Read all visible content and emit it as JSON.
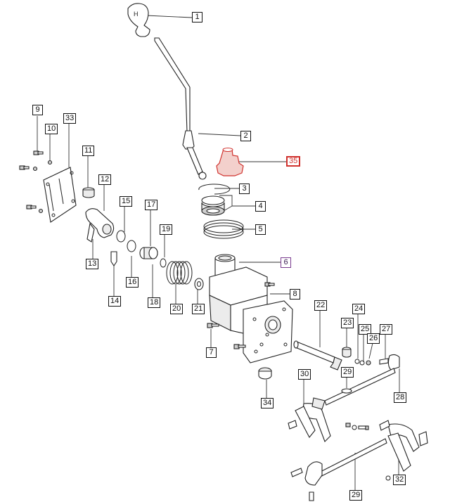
{
  "colors": {
    "highlight_red": "#d0312d",
    "highlight_purple": "#7a3b8f",
    "line": "#222222"
  },
  "callouts": [
    {
      "id": "c1",
      "label": "1"
    },
    {
      "id": "c2",
      "label": "2"
    },
    {
      "id": "c3",
      "label": "3"
    },
    {
      "id": "c4",
      "label": "4"
    },
    {
      "id": "c5",
      "label": "5"
    },
    {
      "id": "c6",
      "label": "6"
    },
    {
      "id": "c7",
      "label": "7"
    },
    {
      "id": "c8",
      "label": "8"
    },
    {
      "id": "c9",
      "label": "9"
    },
    {
      "id": "c10",
      "label": "10"
    },
    {
      "id": "c11",
      "label": "11"
    },
    {
      "id": "c12",
      "label": "12"
    },
    {
      "id": "c13",
      "label": "13"
    },
    {
      "id": "c14",
      "label": "14"
    },
    {
      "id": "c15",
      "label": "15"
    },
    {
      "id": "c16",
      "label": "16"
    },
    {
      "id": "c17",
      "label": "17"
    },
    {
      "id": "c18",
      "label": "18"
    },
    {
      "id": "c19",
      "label": "19"
    },
    {
      "id": "c20",
      "label": "20"
    },
    {
      "id": "c21",
      "label": "21"
    },
    {
      "id": "c22",
      "label": "22"
    },
    {
      "id": "c23",
      "label": "23"
    },
    {
      "id": "c24",
      "label": "24"
    },
    {
      "id": "c25",
      "label": "25"
    },
    {
      "id": "c26",
      "label": "26"
    },
    {
      "id": "c27",
      "label": "27"
    },
    {
      "id": "c28",
      "label": "28"
    },
    {
      "id": "c29a",
      "label": "29"
    },
    {
      "id": "c29b",
      "label": "29"
    },
    {
      "id": "c30",
      "label": "30"
    },
    {
      "id": "c32",
      "label": "32"
    },
    {
      "id": "c33",
      "label": "33"
    },
    {
      "id": "c34",
      "label": "34"
    },
    {
      "id": "c35",
      "label": "35"
    }
  ]
}
